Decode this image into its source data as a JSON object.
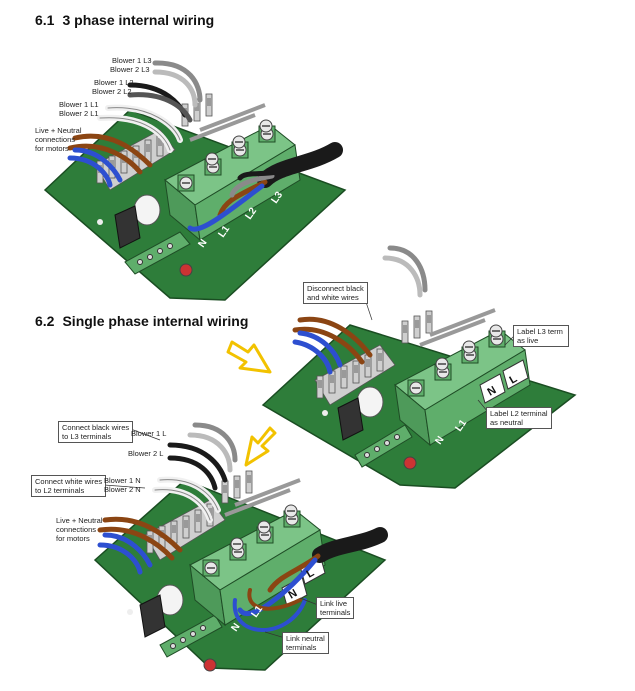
{
  "section_61": {
    "number": "6.1",
    "title": "3 phase internal wiring"
  },
  "section_62": {
    "number": "6.2",
    "title": "Single phase internal wiring"
  },
  "fig1": {
    "blower_l3_a": "Blower 1 L3",
    "blower_l3_b": "Blower 2 L3",
    "blower_l2_a": "Blower 1 L2",
    "blower_l2_b": "Blower 2 L2",
    "blower_l1_a": "Blower 1 L1",
    "blower_l1_b": "Blower 2 L1",
    "live_neutral": "Live + Neutral\nconnections\nfor motors",
    "terminals": [
      "N",
      "L1",
      "L2",
      "L3"
    ]
  },
  "fig2": {
    "disconnect": "Disconnect black\nand white wires",
    "label_l3": "Label L3 term\nas live",
    "label_l2": "Label L2 terminal\nas neutral",
    "terminals": [
      "N",
      "L1",
      "N",
      "L"
    ]
  },
  "fig3": {
    "connect_black": "Connect black wires\nto L3 terminals",
    "connect_white": "Connect white wires\nto L2 terminals",
    "blower1_l": "Blower 1 L",
    "blower2_l": "Blower 2 L",
    "blower1_n": "Blower 1 N",
    "blower2_n": "Blower 2 N",
    "live_neutral": "Live + Neutral\nconnections\nfor motors",
    "link_live": "Link live\nterminals",
    "link_neutral": "Link neutral\nterminals",
    "terminals": [
      "N",
      "L1",
      "N",
      "L"
    ]
  },
  "colors": {
    "board": "#2e7d3a",
    "terminal_block": "#5fae6b",
    "wire_brown": "#8b4513",
    "wire_blue": "#2d4fd0",
    "wire_grey": "#8a8a8a",
    "wire_black": "#1a1a1a",
    "arrow": "#f2c200"
  }
}
